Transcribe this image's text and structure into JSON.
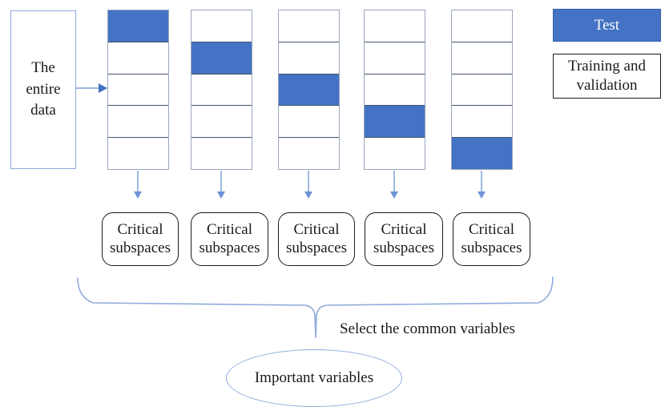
{
  "entire_data": {
    "label": "The entire data"
  },
  "folds": [
    {
      "cells": [
        "test",
        "train",
        "train",
        "train",
        "train"
      ]
    },
    {
      "cells": [
        "train",
        "test",
        "train",
        "train",
        "train"
      ]
    },
    {
      "cells": [
        "train",
        "train",
        "test",
        "train",
        "train"
      ]
    },
    {
      "cells": [
        "train",
        "train",
        "train",
        "test",
        "train"
      ]
    },
    {
      "cells": [
        "train",
        "train",
        "train",
        "train",
        "test"
      ]
    }
  ],
  "subspace_boxes": [
    {
      "label": "Critical subspaces"
    },
    {
      "label": "Critical subspaces"
    },
    {
      "label": "Critical subspaces"
    },
    {
      "label": "Critical subspaces"
    },
    {
      "label": "Critical subspaces"
    }
  ],
  "legend": {
    "test_label": "Test",
    "training_label": "Training and validation"
  },
  "annotations": {
    "brace_label": "Select the common variables",
    "result_label": "Important variables"
  },
  "colors": {
    "test_fill": "#4472C4",
    "test_border": "#3462B0",
    "arrow_shaft": "#9DB9E4",
    "arrow_head": "#6E93D6",
    "harrow_head": "#4472C4",
    "brace_stroke": "#8FAADC",
    "cell_divider": "#44546A",
    "column_border": "#9AA7BA",
    "entire_box_border": "#8EA9DB",
    "dark_border": "#1a1a1a"
  }
}
